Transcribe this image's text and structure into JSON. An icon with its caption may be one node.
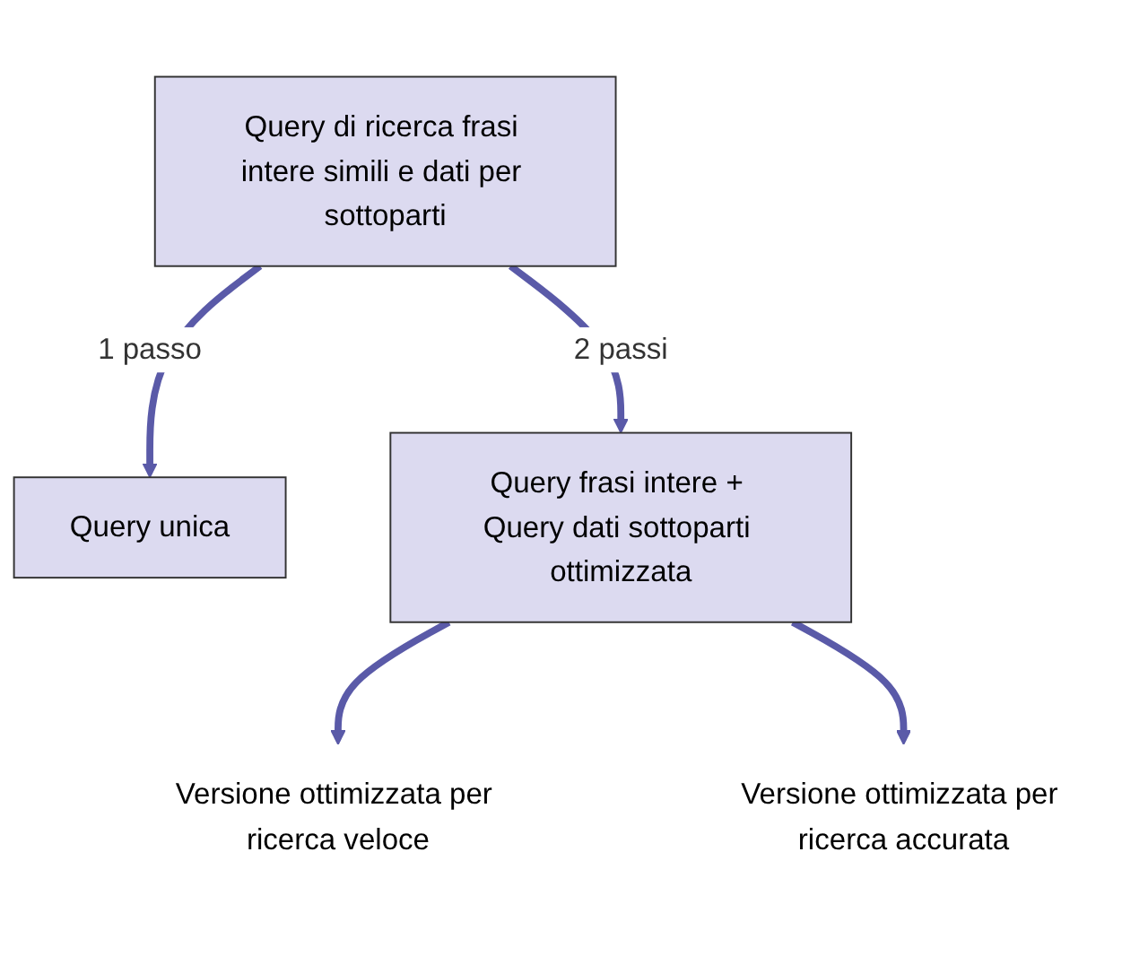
{
  "diagram": {
    "nodes": [
      {
        "text": [
          "Query di ricerca frasi intere simili e dati per sottoparti"
        ]
      },
      {
        "text": [
          "Query unica"
        ]
      },
      {
        "text": [
          "Query frasi intere + Query dati sottoparti ottimizzata"
        ]
      },
      {
        "text": [
          "Versione ottimizzata per ricerca veloce"
        ]
      },
      {
        "text": [
          "Versione ottimizzata per ricerca accurata"
        ]
      }
    ],
    "edges": [
      {
        "from": 0,
        "to": 1,
        "arrow": "to",
        "label": "1 passo"
      },
      {
        "from": 0,
        "to": 2,
        "arrow": "to",
        "label": "2 passi"
      },
      {
        "from": 2,
        "to": 3,
        "arrow": "to"
      },
      {
        "from": 2,
        "to": 4,
        "arrow": "to"
      }
    ]
  }
}
